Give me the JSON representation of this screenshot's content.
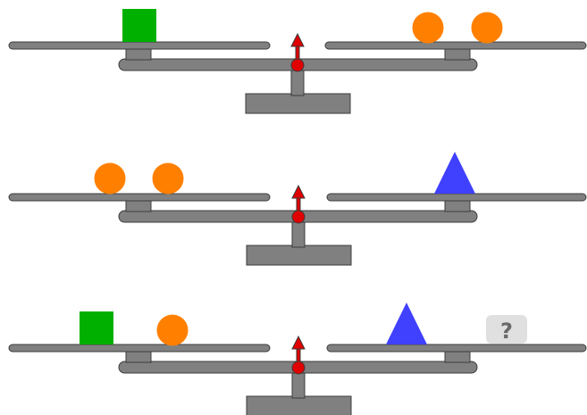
{
  "puzzle": {
    "unknown_label": "?",
    "colors": {
      "beam": "#808080",
      "outline": "#3c3c3c",
      "pointer": "#e00000",
      "square": "#00b000",
      "circle": "#ff8000",
      "triangle": "#4040ff",
      "unknown_bg": "#e0e0e0",
      "unknown_text": "#6a6a6a"
    },
    "scales": [
      {
        "left": [
          "square"
        ],
        "right": [
          "circle",
          "circle"
        ],
        "state": "balanced"
      },
      {
        "left": [
          "circle",
          "circle"
        ],
        "right": [
          "triangle"
        ],
        "state": "balanced"
      },
      {
        "left": [
          "square",
          "circle"
        ],
        "right": [
          "triangle",
          "unknown"
        ],
        "state": "balanced"
      }
    ]
  }
}
